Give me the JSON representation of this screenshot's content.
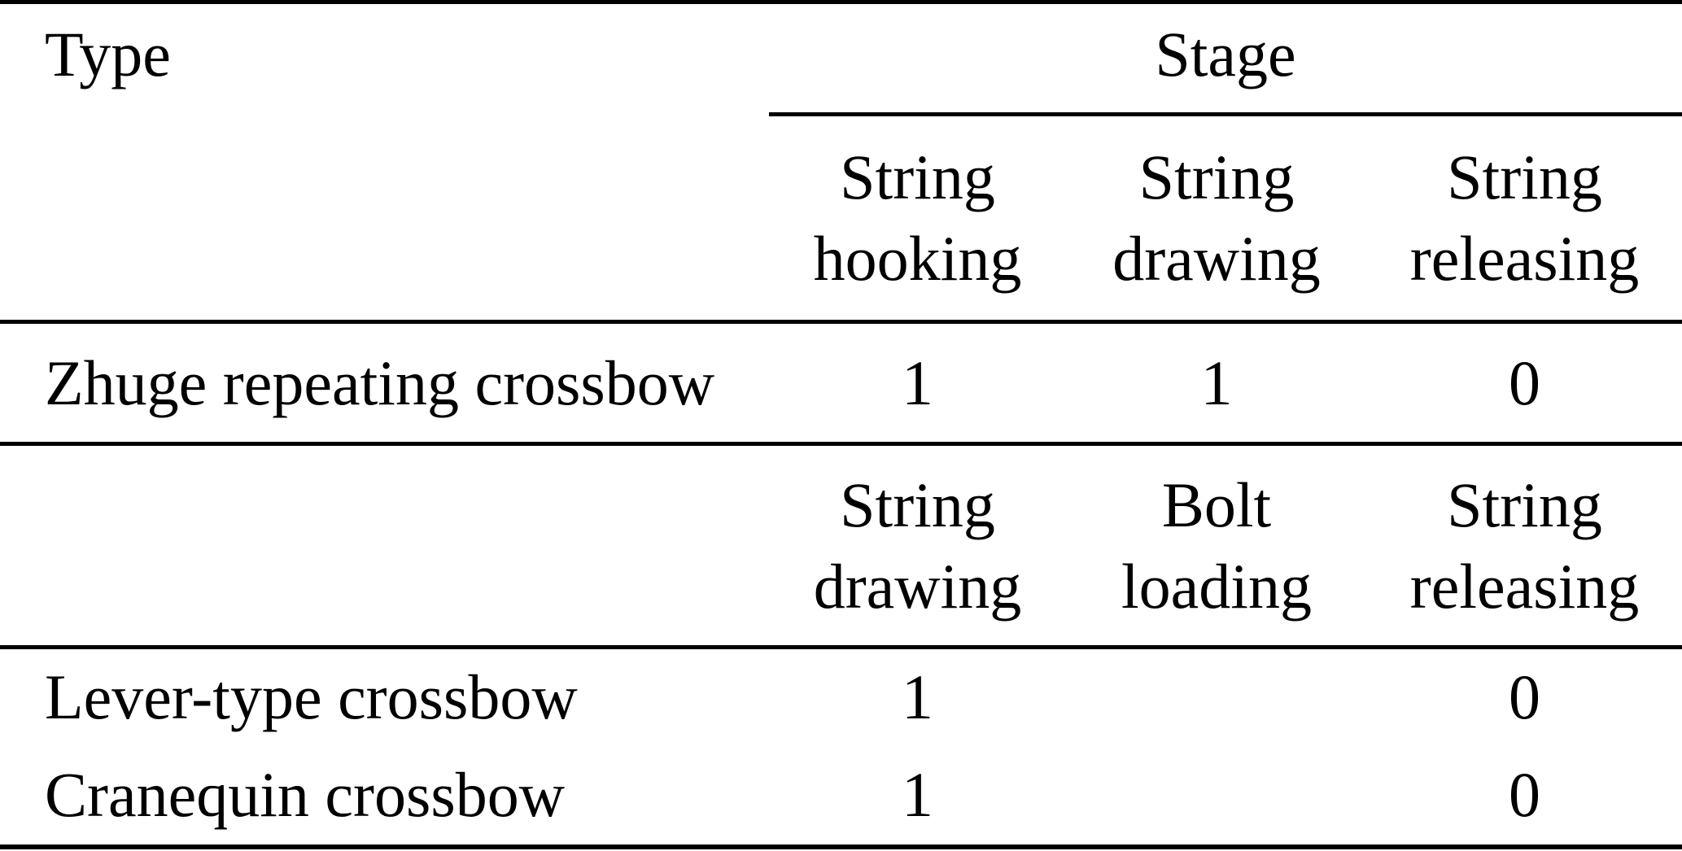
{
  "table": {
    "type_header": "Type",
    "stage_header": "Stage",
    "text_color": "#000000",
    "background_color": "#ffffff",
    "group1": {
      "stage_columns": [
        {
          "line1": "String",
          "line2": "hooking"
        },
        {
          "line1": "String",
          "line2": "drawing"
        },
        {
          "line1": "String",
          "line2": "releasing"
        }
      ],
      "rows": [
        {
          "label": "Zhuge repeating crossbow",
          "values": [
            "1",
            "1",
            "0"
          ]
        }
      ]
    },
    "group2": {
      "stage_columns": [
        {
          "line1": "String",
          "line2": "drawing"
        },
        {
          "line1": "Bolt",
          "line2": "loading"
        },
        {
          "line1": "String",
          "line2": "releasing"
        }
      ],
      "rows": [
        {
          "label": "Lever-type crossbow",
          "values": [
            "1",
            "",
            "0"
          ]
        },
        {
          "label": "Cranequin crossbow",
          "values": [
            "1",
            "",
            "0"
          ]
        }
      ]
    }
  }
}
